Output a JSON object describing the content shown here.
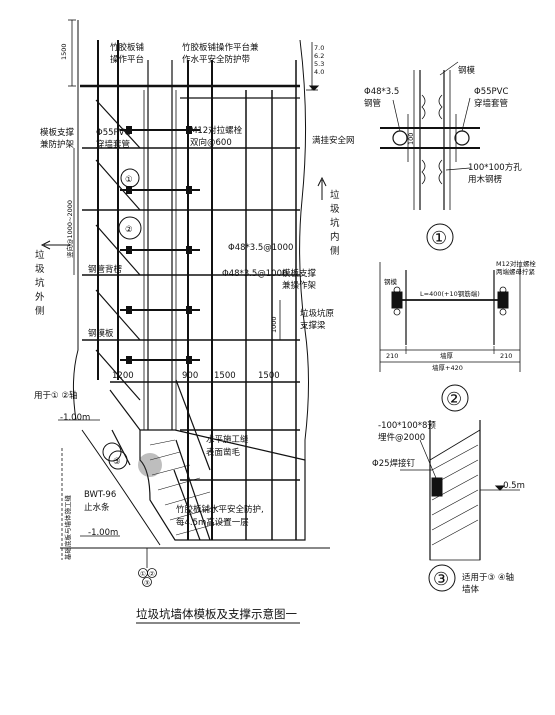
{
  "figure": {
    "title": "垃圾坑墙体模板及支撑示意图一",
    "main": {
      "top_left_label": [
        "竹胶板铺",
        "操作平台"
      ],
      "top_mid_label": [
        "竹胶板铺操作平台兼",
        "作水平安全防护带"
      ],
      "levels": [
        "7.0",
        "6.2",
        "5.3",
        "4.0"
      ],
      "dim_top": "1500",
      "left_label_1": [
        "模板支撑",
        "兼防护架"
      ],
      "pvc_label": [
        "Φ55PVC",
        "穿墙套管"
      ],
      "bolt_label": [
        "M12对拉螺栓",
        "双向@600"
      ],
      "net_label": "满挂安全网",
      "left_dim_vertical": "竖向@1000~2000",
      "inside_label": [
        "垃",
        "圾",
        "坑",
        "内",
        "侧"
      ],
      "outside_label": [
        "垃",
        "圾",
        "坑",
        "外",
        "侧"
      ],
      "pipe1": "Φ48*3.5@1000",
      "pipe2": "Φ48*3.5@1000",
      "steel_back": "钢管背楞",
      "form_support": [
        "模板支撑",
        "兼操作架"
      ],
      "orig_support": [
        "垃圾坑原",
        "支撑梁"
      ],
      "steel_form": "钢模板",
      "dim_1000": "1000",
      "dims_horizontal": [
        "1200",
        "900",
        "1500",
        "1500"
      ],
      "used_for": "用于① ②轴",
      "elev_1": "-1.00m",
      "elev_2": "-1.00m",
      "tape_label": [
        "BWT-96",
        "止水条"
      ],
      "foundation_dim": "基础底板与墙体施工缝",
      "horizontal_joint": [
        "水平施工缝",
        "表面凿毛"
      ],
      "bottom_note": [
        "竹胶板铺水平安全防护,",
        "每4.5m高设置一层"
      ],
      "circle_refs": [
        "①",
        "②",
        "③"
      ],
      "bottom_axis": [
        "①",
        "②",
        "③"
      ]
    },
    "detail1": {
      "number": "①",
      "steel_form": "钢模",
      "pipe": [
        "Φ48*3.5",
        "钢管"
      ],
      "pvc": [
        "Φ55PVC",
        "穿墙套管"
      ],
      "dim": "100",
      "wood": [
        "100*100方孔",
        "用木钢楞"
      ]
    },
    "detail2": {
      "number": "②",
      "bolt": "M12对拉螺栓",
      "bolt2": "两端螺母拧紧",
      "rod": "L=400(+10钢筋端)",
      "left_note": "钢模",
      "dims": [
        "210",
        "墙厚",
        "210"
      ],
      "total": "墙厚+420"
    },
    "detail3": {
      "number": "③",
      "plate": [
        "-100*100*8预",
        "埋件@2000"
      ],
      "nail": "Φ25焊接钉",
      "elev": "-0.5m",
      "used_for": [
        "适用于③ ④轴",
        "墙体"
      ]
    }
  }
}
